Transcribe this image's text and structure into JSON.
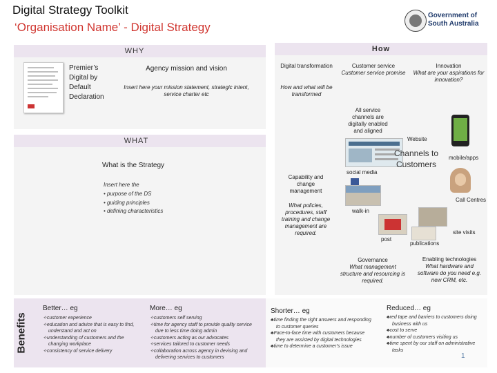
{
  "header": {
    "title": "Digital Strategy Toolkit",
    "subtitle": "‘Organisation Name’ - Digital Strategy",
    "logo_text_line1": "Government of",
    "logo_text_line2": "South Australia"
  },
  "why": {
    "band_label": "WHY",
    "declaration_title": "Premier’s Digital by Default Declaration",
    "mission_heading": "Agency mission and vision",
    "mission_body": "Insert here your mission statement, strategic intent, service charter etc"
  },
  "how": {
    "band_label": "How",
    "digital_transformation_title": "Digital transformation",
    "digital_transformation_body": "How and what will be transformed",
    "customer_service_title": "Customer service",
    "customer_service_body": "Customer service promise",
    "innovation_title": "Innovation",
    "innovation_body": "What are your aspirations for innovation?",
    "all_service_channels": "All service channels are digitally enabled and aligned",
    "website": "Website",
    "channels_to_customers": "Channels to Customers",
    "mobile_apps": "mobile/apps",
    "social_media": "social media",
    "call_centres": "Call Centres",
    "walk_in": "walk-in",
    "site_visits": "site visits",
    "post": "post",
    "publications": "publications",
    "capability_title": "Capability and change management",
    "capability_body": "What policies, procedures, staff training and change management are required.",
    "governance_title": "Governance",
    "governance_body": "What management structure and resourcing is required.",
    "enabling_title": "Enabling technologies",
    "enabling_body": "What hardware and software do you need e.g. new CRM, etc."
  },
  "what": {
    "band_label": "WHAT",
    "strategy_heading": "What is the Strategy",
    "insert_here": "Insert here the",
    "items": [
      "• purpose of the DS",
      "• guiding principles",
      "• defining characteristics"
    ]
  },
  "benefits": {
    "label": "Benefits",
    "columns": [
      {
        "heading": "Better… eg",
        "items": [
          "customer experience",
          "education and advice that is easy to find, understand and act on",
          "understanding of customers and the changing workplace",
          "consistency of service delivery"
        ]
      },
      {
        "heading": "More… eg",
        "items": [
          "customers self serving",
          "time for agency staff to provide quality service due to less time doing admin",
          "customers acting as our advocates",
          "services tailored to customer needs",
          "collaboration across agency in devising and delivering services to customers"
        ]
      },
      {
        "heading": "Shorter… eg",
        "items": [
          "time finding the right answers and responding to customer queries",
          "Face-to-face time with customers because they are assisted by digital technologies",
          "time to determine a customer’s issue"
        ]
      },
      {
        "heading": "Reduced… eg",
        "items": [
          "red tape and barriers to customers doing business with us",
          "cost to serve",
          "number of customers visiting us",
          "time spent by our staff on administrative tasks"
        ]
      }
    ],
    "bullet_glyph_1": "✧",
    "bullet_glyph_2": "♣"
  },
  "footer": {
    "page_number": "1"
  },
  "colors": {
    "band": "#ece4ef",
    "title_red": "#d0352f",
    "panel": "#f4f4f4",
    "gov_blue": "#1f3a6b"
  }
}
